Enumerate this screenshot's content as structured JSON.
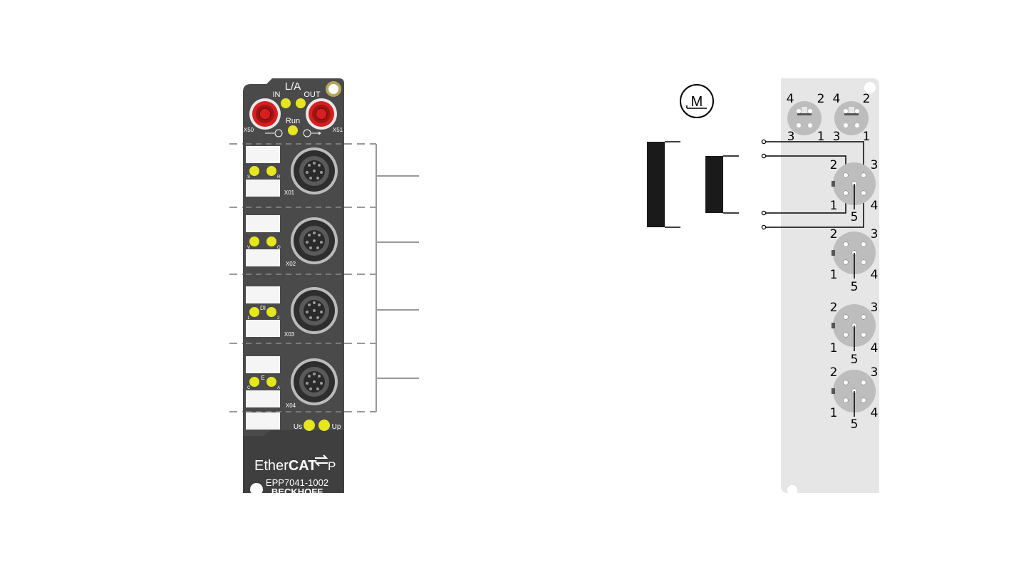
{
  "module": {
    "led_la": "L/A",
    "label_in": "IN",
    "label_out": "OUT",
    "label_run": "Run",
    "port_x50": "X50",
    "port_x51": "X51",
    "channels": [
      {
        "port": "X01",
        "led_left": "S",
        "led_right": "R",
        "mid": ""
      },
      {
        "port": "X02",
        "led_left": "V",
        "led_right": "O",
        "mid": ""
      },
      {
        "port": "X03",
        "led_left": "1",
        "led_right": "2",
        "mid": "DI"
      },
      {
        "port": "X04",
        "led_left": "C",
        "led_right": "A",
        "mid": "E"
      }
    ],
    "label_us": "Us",
    "label_up": "Up",
    "brand_ether": "Ether",
    "brand_cat": "CAT",
    "brand_p": "P",
    "model": "EPP7041-1002",
    "maker": "BECKHOFF"
  },
  "pinout": {
    "motor_symbol": "M",
    "feed_pins": {
      "top_left": "4",
      "top_right": "2",
      "bottom_left": "3",
      "bottom_right": "1"
    },
    "connector_pins": {
      "top_left": "2",
      "top_right": "3",
      "bottom_left": "1",
      "bottom_right": "4",
      "bottom": "5"
    }
  },
  "colors": {
    "module_body": "#4a4a4a",
    "led_yellow": "#e6e61e",
    "connector_red": "#d81e1e",
    "side_panel": "#e6e6e6",
    "connector_grey": "#bdbdbd"
  }
}
